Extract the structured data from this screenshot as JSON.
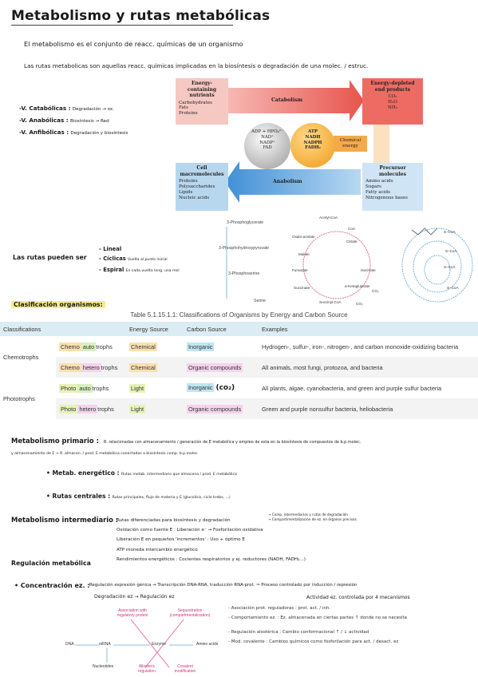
{
  "title": "Metabolismo y rutas metabólicas",
  "intro": {
    "line1": "El metabolismo es el conjunto de reacc. químicas de un organismo",
    "line2": "Las rutas metabolicas son aquellas reacc. químicas implicadas en la biosíntesis o degradación de una molec. / estruc."
  },
  "vias": [
    {
      "label": "-V. Catabólicas :",
      "desc": "Degradación → ox."
    },
    {
      "label": "-V. Anabólicas :",
      "desc": "Biosíntesis → Red"
    },
    {
      "label": "-V. Anfibólicas :",
      "desc": "Degradación y biosíntesis"
    }
  ],
  "diagram": {
    "energy_nutrients": {
      "title": "Energy-containing nutrients",
      "items": [
        "Carbohydrates",
        "Fats",
        "Proteins"
      ]
    },
    "energy_depleted": {
      "title": "Energy-depleted end products",
      "items": [
        "CO₂",
        "H₂O",
        "NH₃"
      ]
    },
    "catabolism": "Catabolism",
    "anabolism": "Anabolism",
    "left_circle": [
      "ADP + HPO₄²⁻",
      "NAD⁺",
      "NADP⁺",
      "FAD"
    ],
    "right_circle": [
      "ATP",
      "NADH",
      "NADPH",
      "FADH₂"
    ],
    "chemical_energy": "Chemical energy",
    "cell_macromolecules": {
      "title": "Cell macromolecules",
      "items": [
        "Proteins",
        "Polysaccharides",
        "Lipids",
        "Nucleic acids"
      ]
    },
    "precursor": {
      "title": "Precursor molecules",
      "items": [
        "Amino acids",
        "Sugars",
        "Fatty acids",
        "Nitrogenous bases"
      ]
    }
  },
  "pathway": {
    "steps": [
      "3-Phosphoglycerate",
      "3-Phosphohydroxypyruvate",
      "3-Phosphoserine",
      "Serine"
    ]
  },
  "cycle": {
    "labels": [
      "Acetyl-CoA",
      "CoA",
      "Oxalo-acetate",
      "Citrate",
      "Malate",
      "Isocitrate",
      "Fumarate",
      "α-Ketoglutarate",
      "Succinate",
      "Succinyl-CoA",
      "CO₂",
      "CO₂"
    ]
  },
  "spiral": {
    "labels": [
      "S–CoA",
      "S–CoA",
      "S–CoA",
      "S–CoA"
    ]
  },
  "rutas": {
    "label": "Las rutas pueden ser",
    "items": [
      {
        "name": "Lineal",
        "desc": ""
      },
      {
        "name": "Cíclicas",
        "desc": "Vuelta al punto inicial"
      },
      {
        "name": "Espiral",
        "desc": "En cada vuelta long. una mol"
      }
    ]
  },
  "clasificacion": {
    "heading": "Clasificación organismos:",
    "caption": "Table 5.1.15.1.1: Classifications of Organisms by Energy and Carbon Source",
    "headers": [
      "Classifications",
      "Energy Source",
      "Carbon Source",
      "Examples"
    ],
    "groups": [
      "Chemotrophs",
      "Phototrophs"
    ],
    "rows": [
      {
        "type_prefix": "Chemo",
        "type_mid": "auto",
        "type_suffix": "trophs",
        "energy": "Chemical",
        "carbon": "Inorganic",
        "examples": "Hydrogen-, sulfur-, iron-, nitrogen-, and carbon monoxide-oxidizing bacteria"
      },
      {
        "type_prefix": "Chemo",
        "type_mid": "hetero",
        "type_suffix": "trophs",
        "energy": "Chemical",
        "carbon": "Organic compounds",
        "examples": "All animals, most fungi, protozoa, and bacteria"
      },
      {
        "type_prefix": "Photo",
        "type_mid": "auto",
        "type_suffix": "trophs",
        "energy": "Light",
        "carbon": "Inorganic",
        "examples": "All plants, algae, cyanobacteria, and green and purple sulfur bacteria"
      },
      {
        "type_prefix": "Photo",
        "type_mid": "hetero",
        "type_suffix": "trophs",
        "energy": "Light",
        "carbon": "Organic compounds",
        "examples": "Green and purple nonsulfur bacteria, heliobacteria"
      }
    ],
    "co2_note": "(co₂)"
  },
  "primario": {
    "label": "Metabolismo primario :",
    "desc1": "R. relacionadas con almacenamiento / generación de E metabólica y empleo de esta en la biosíntesis de compuestos de b.p.molec.",
    "desc2": "y almacenamiento de E → R. almacen. / prod. E metabólica conectadas a biosíntesis comp. b.p.molec.",
    "items": [
      {
        "label": "• Metab. energético :",
        "desc": "Rutas metab. intermediario que almacena / prod. E metabólica"
      },
      {
        "label": "• Rutas centrales :",
        "desc": "Rutas principales, flujo de materia y E (glucolisis, ciclo krebs, ...)"
      }
    ]
  },
  "intermediario": {
    "label": "Metabolismo intermediario :",
    "items": [
      "Rutas diferenciadas para biosíntesis y degradación",
      "Oxidación como fuente E : Liberación e⁻ → Fosforilación oxidativa",
      "Liberación E en pequeños 'incrementos' : Uso + óptimo E",
      "ATP moneda intercambio energético",
      "Rendimientos energéticos : Cocientes respiratorios y ej. reductores (NADH, FADH₂...)"
    ],
    "side_note1": "→ Comp. intermediarios y rutas de degradación",
    "side_note2": "→ Compartimentalización de ez. en órganos precisos"
  },
  "regulacion": {
    "heading": "Regulación metabólica",
    "concentracion": "• Concentración ez. :",
    "line1": "Regulación expresión génica → Transcripción DNA-RNA, traducción RNA-prot. ⇒ Proceso controlado por inducción / represión",
    "line2": "Degradación ez → Regulación ez",
    "actividad": "Actividad ez. controlada por 4 mecanismos",
    "items": [
      "- Asociación prot. reguladoras : prot. act. / inh.",
      "- Comportamiento ez. : Ez. almacenada en ciertas partes ↑ donde no se necesita",
      "- Regulación alostérica : Cambio conformacional ↑ / ↓ actividad",
      "- Mod. covalente : Cambios químicos como fosforilación para act. / desact. ez"
    ],
    "scheme": {
      "dna": "DNA",
      "mrna": "mRNA",
      "enzyme": "Enzyme",
      "aminoacids": "Amino acids",
      "nucleotides": "Nucleotides",
      "assoc": "Association with regulatory protein",
      "sequester": "Sequestration (compartmentalization)",
      "allosteric": "Allosteric regulation",
      "covalent": "Covalent modification"
    }
  }
}
